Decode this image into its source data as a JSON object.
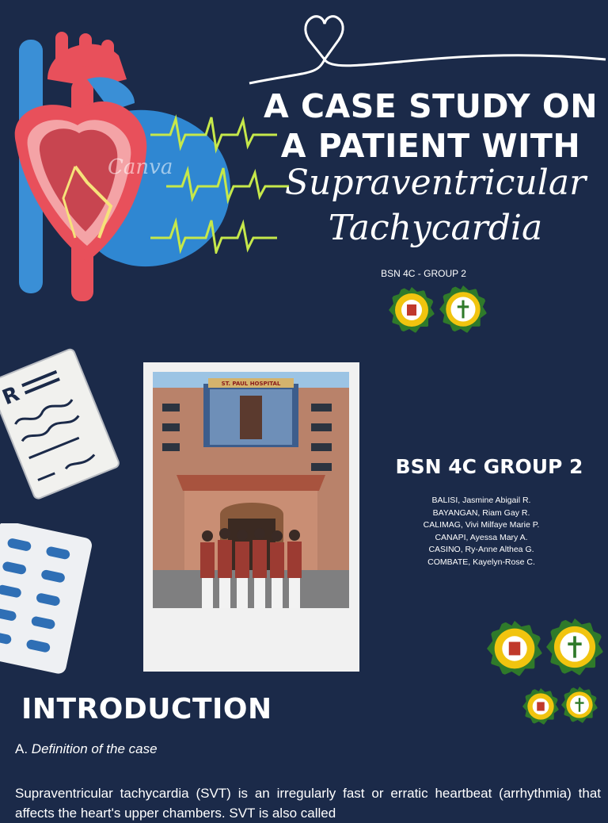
{
  "title": {
    "line1": "A CASE STUDY ON",
    "line2": "A PATIENT WITH",
    "script_line1": "Supraventricular",
    "script_line2": "Tachycardia",
    "subtitle": "BSN 4C - GROUP 2"
  },
  "watermark": "Canva",
  "photo": {
    "building_sign": "ST. PAUL HOSPITAL"
  },
  "group": {
    "heading": "BSN 4C GROUP 2",
    "members": [
      "BALISI, Jasmine Abigail R.",
      "BAYANGAN, Riam Gay R.",
      "CALIMAG, Vivi Milfaye Marie P.",
      "CANAPI, Ayessa Mary A.",
      "CASINO, Ry-Anne Althea G.",
      "COMBATE, Kayelyn-Rose C."
    ]
  },
  "introduction": {
    "heading": "INTRODUCTION",
    "subhead_prefix": "A.",
    "subhead_text": "Definition of the case",
    "paragraph": "Supraventricular tachycardia (SVT) is an irregularly fast or erratic heartbeat (arrhythmia) that affects the heart's upper chambers. SVT is also called"
  },
  "icons": {
    "heart": "heart-illustration",
    "ecg": "ecg-wave-icon",
    "prescription": "prescription-paper-icon",
    "pills": "pill-blister-icon",
    "seal_left": "university-seal-icon",
    "seal_right": "nursing-seal-icon",
    "heart_doodle": "heart-doodle-icon"
  },
  "colors": {
    "background": "#1b2a49",
    "heart_red": "#e8505b",
    "vein_blue": "#3a8fd6",
    "ecg_green": "#c6e84a",
    "seal_green": "#2f7a2a",
    "seal_gold": "#f1c40f"
  }
}
